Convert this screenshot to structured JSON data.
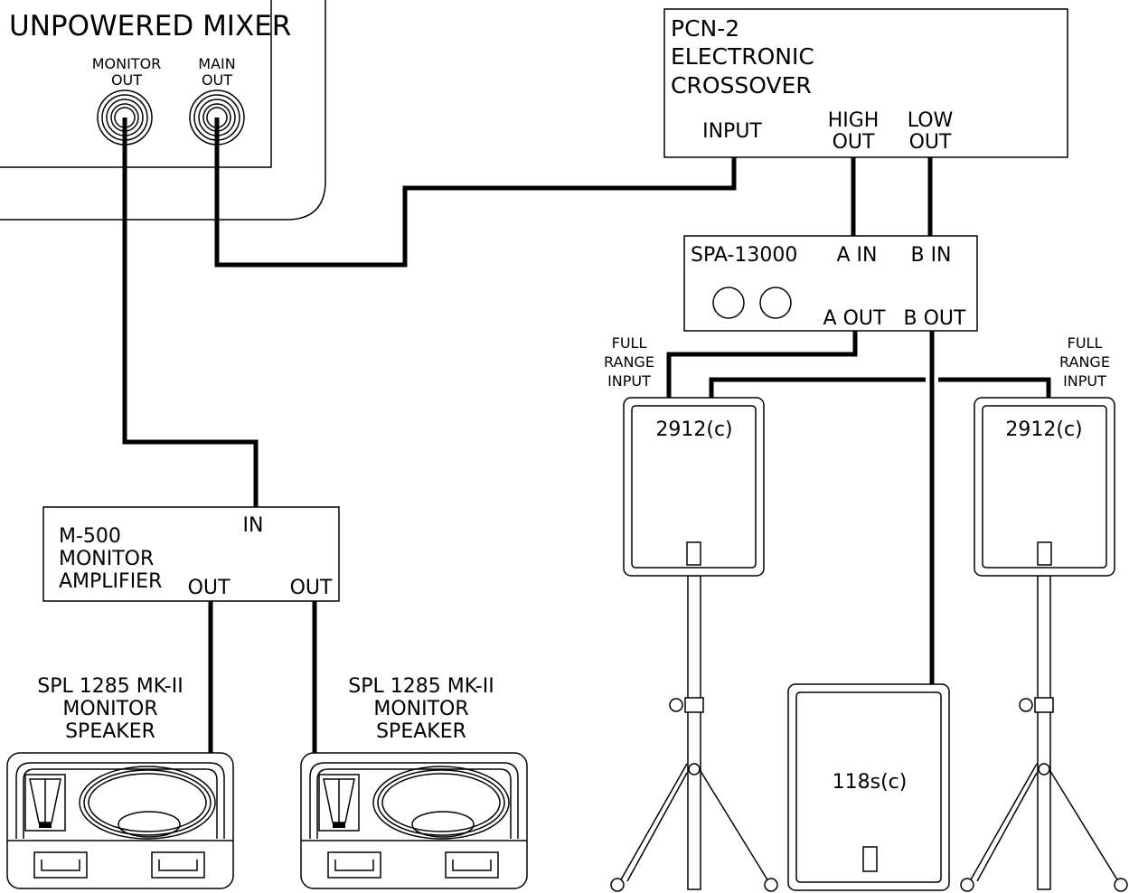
{
  "mixer": {
    "title": "UNPOWERED MIXER",
    "monitor_out": [
      "MONITOR",
      "OUT"
    ],
    "main_out": [
      "MAIN",
      "OUT"
    ]
  },
  "crossover": {
    "title": [
      "PCN-2",
      "ELECTRONIC",
      "CROSSOVER"
    ],
    "input": "INPUT",
    "high_out": [
      "HIGH",
      "OUT"
    ],
    "low_out": [
      "LOW",
      "OUT"
    ]
  },
  "power_amp": {
    "model": "SPA-13000",
    "a_in": "A IN",
    "b_in": "B IN",
    "a_out": "A OUT",
    "b_out": "B OUT"
  },
  "monitor_amp": {
    "title": [
      "M-500",
      "MONITOR",
      "AMPLIFIER"
    ],
    "in": "IN",
    "out1": "OUT",
    "out2": "OUT"
  },
  "monitor_speakers": [
    {
      "label": [
        "SPL 1285 MK-II",
        "MONITOR",
        "SPEAKER"
      ]
    },
    {
      "label": [
        "SPL 1285 MK-II",
        "MONITOR",
        "SPEAKER"
      ]
    }
  ],
  "mains": {
    "left": {
      "model": "2912(c)",
      "input_label": [
        "FULL",
        "RANGE",
        "INPUT"
      ]
    },
    "right": {
      "model": "2912(c)",
      "input_label": [
        "FULL",
        "RANGE",
        "INPUT"
      ]
    }
  },
  "subwoofer": {
    "model": "118s(c)"
  }
}
